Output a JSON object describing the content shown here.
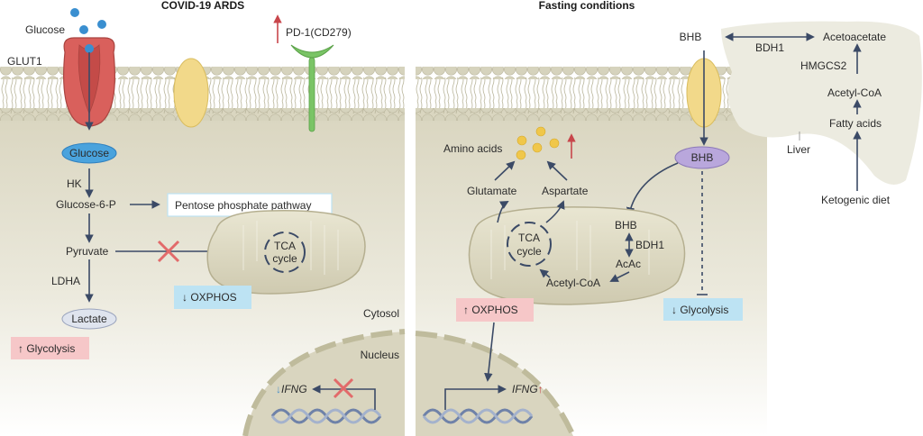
{
  "colors": {
    "arrow": "#3b4a66",
    "cytosol": "#dcd8c4",
    "membrane_head": "#d6d3bd",
    "up_red": "#c8464b",
    "down_blue": "#4a90c8",
    "box_pink": "#f6c7c8",
    "box_blue": "#bde3f3",
    "glut1": "#d9605c",
    "transporter": "#f2d98a",
    "pd1": "#7ac466",
    "glucose_dot": "#3a8fd0",
    "amino_dot": "#f0c74a",
    "bhb_node": "#b9a7dc",
    "liver": "#ecebe0"
  },
  "left_panel": {
    "title": "COVID-19 ARDS",
    "glucose_outside": "Glucose",
    "glut1": "GLUT1",
    "pd1": "PD-1(CD279)",
    "glucose_node": "Glucose",
    "hk": "HK",
    "glucose6p": "Glucose-6-P",
    "ppp": "Pentose phosphate pathway",
    "pyruvate": "Pyruvate",
    "ldha": "LDHA",
    "lactate": "Lactate",
    "glycolysis": "Glycolysis",
    "tca_1": "TCA",
    "tca_2": "cycle",
    "oxphos": "OXPHOS",
    "cytosol": "Cytosol",
    "nucleus": "Nucleus",
    "ifng": "IFNG"
  },
  "right_panel": {
    "title": "Fasting conditions",
    "amino_acids": "Amino acids",
    "glutamate": "Glutamate",
    "aspartate": "Aspartate",
    "tca_1": "TCA",
    "tca_2": "cycle",
    "bhb_mito": "BHB",
    "bdh1_mito": "BDH1",
    "acac": "AcAc",
    "acetyl_coa_mito": "Acetyl-CoA",
    "oxphos": "OXPHOS",
    "ifng": "IFNG",
    "bhb_node": "BHB",
    "glycolysis": "Glycolysis"
  },
  "liver": {
    "bhb": "BHB",
    "bdh1": "BDH1",
    "acetoacetate": "Acetoacetate",
    "hmgcs2": "HMGCS2",
    "acetyl_coa": "Acetyl-CoA",
    "fatty_acids": "Fatty acids",
    "liver_label": "Liver",
    "ketogenic_diet": "Ketogenic diet"
  },
  "arrows": {
    "up": "↑",
    "down": "↓"
  }
}
